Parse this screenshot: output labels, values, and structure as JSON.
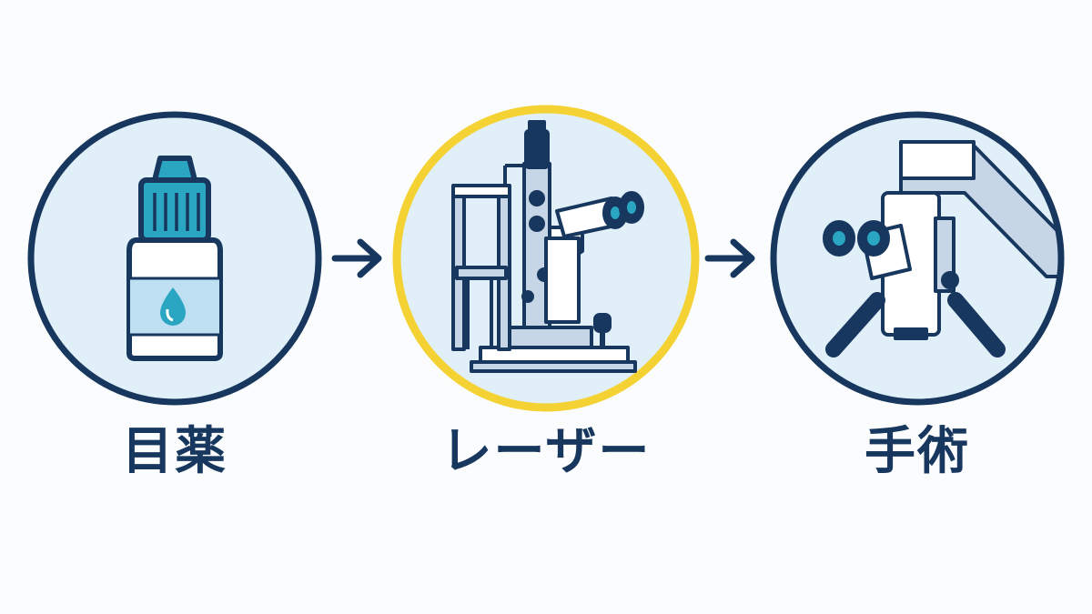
{
  "colors": {
    "navy": "#17375e",
    "circle_fill": "#e1eff9",
    "highlight_ring": "#f4d234",
    "teal": "#2aa6c2",
    "steel": "#c7d6e6",
    "white": "#ffffff"
  },
  "steps": [
    {
      "label": "目薬",
      "icon": "eye-drop-bottle-icon",
      "highlighted": false
    },
    {
      "label": "レーザー",
      "icon": "slit-lamp-laser-icon",
      "highlighted": true
    },
    {
      "label": "手術",
      "icon": "surgical-microscope-icon",
      "highlighted": false
    }
  ],
  "connectors": [
    {
      "icon": "arrow-right-icon"
    },
    {
      "icon": "arrow-right-icon"
    }
  ]
}
